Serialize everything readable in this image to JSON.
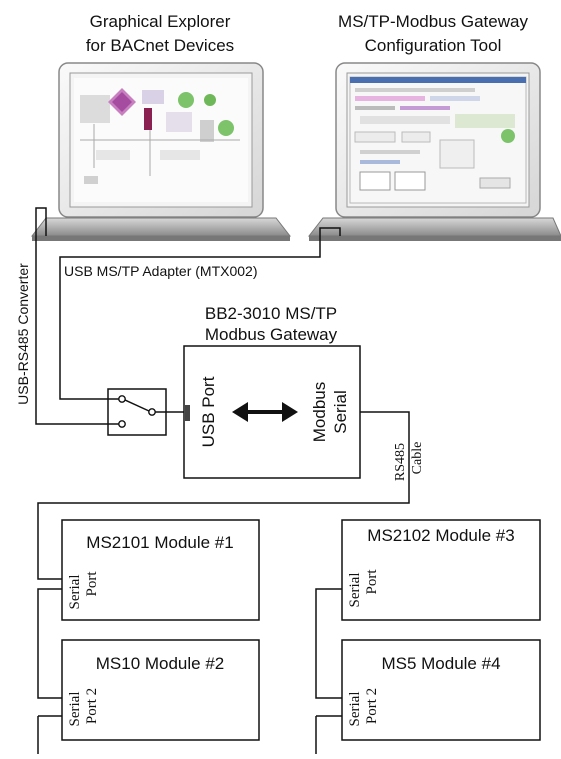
{
  "laptops": [
    {
      "title_line1": "Graphical Explorer",
      "title_line2": "for BACnet Devices",
      "screen": "graphical-explorer-screenshot"
    },
    {
      "title_line1": "MS/TP-Modbus Gateway",
      "title_line2": "Configuration Tool",
      "screen": "gateway-configuration-screenshot"
    }
  ],
  "cables": {
    "usb_rs485": "USB-RS485 Converter",
    "usb_mstp": "USB MS/TP Adapter (MTX002)",
    "rs485_line1": "RS485",
    "rs485_line2": "Cable"
  },
  "gateway": {
    "title_line1": "BB2-3010 MS/TP",
    "title_line2": "Modbus Gateway",
    "usb_port": "USB Port",
    "modbus_line1": "Modbus",
    "modbus_line2": "Serial"
  },
  "modules": [
    {
      "name": "MS2101 Module #1",
      "port_line1": "Serial",
      "port_line2": "Port"
    },
    {
      "name": "MS2102 Module #3",
      "port_line1": "Serial",
      "port_line2": "Port"
    },
    {
      "name": "MS10 Module #2",
      "port_line1": "Serial",
      "port_line2": "Port 2"
    },
    {
      "name": "MS5 Module #4",
      "port_line1": "Serial",
      "port_line2": "Port 2"
    }
  ],
  "colors": {
    "line": "#111111",
    "laptop_body": "#e9e9e9",
    "screen_bg": "#f2f2f2"
  }
}
